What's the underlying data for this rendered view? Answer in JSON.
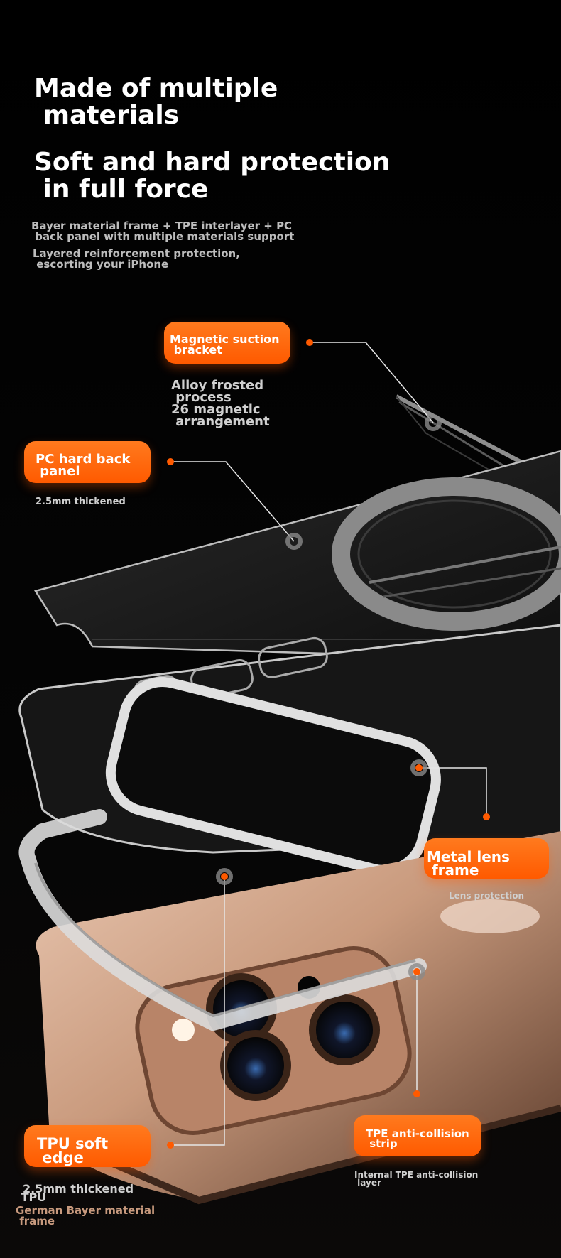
{
  "headline": {
    "line1": "Made of multiple\n materials",
    "line2": "Soft and hard protection\n in full force"
  },
  "subcopy": {
    "p1": "Bayer material frame + TPE interlayer + PC\n back panel with multiple materials support",
    "p2": "Layered reinforcement protection,\n escorting your iPhone"
  },
  "callouts": {
    "magnetic": {
      "label": "Magnetic suction\n bracket",
      "note": "Alloy frosted\n process\n26 magnetic\n arrangement"
    },
    "pc": {
      "label": "PC hard back\n panel",
      "note": "2.5mm thickened"
    },
    "metal_lens": {
      "label": "Metal lens\n frame",
      "note": "Lens protection"
    },
    "tpe": {
      "label": "TPE anti-collision\n strip",
      "note": "Internal TPE anti-collision\n layer"
    },
    "tpu": {
      "label": "TPU soft\n edge",
      "note": "2.5mm thickened",
      "note2": " TPU",
      "note3": "German Bayer material\n frame"
    }
  },
  "colors": {
    "accent": "#ff5a00",
    "bronze": "#c89a7e"
  }
}
